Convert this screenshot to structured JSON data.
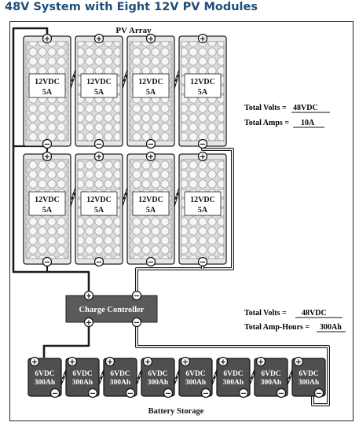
{
  "title": "48V System with Eight 12V PV Modules",
  "pv_array": {
    "label": "PV Array",
    "module_voltage": "12VDC",
    "module_current": "5A",
    "rows": 2,
    "columns": 4
  },
  "pv_totals": {
    "volts_label": "Total Volts =",
    "volts_value": "48VDC",
    "amps_label": "Total Amps =",
    "amps_value": "10A"
  },
  "charge_controller": {
    "label": "Charge Controller"
  },
  "battery_totals": {
    "volts_label": "Total Volts =",
    "volts_value": "48VDC",
    "amp_hours_label": "Total Amp-Hours =",
    "amp_hours_value": "300Ah"
  },
  "battery_storage": {
    "label": "Battery Storage",
    "battery_voltage": "6VDC",
    "battery_capacity": "300Ah",
    "count": 8
  },
  "terminals": {
    "positive": "+",
    "negative": "−"
  },
  "colors": {
    "title": "#1f4e79",
    "panel_fill": "#e6e6e6",
    "cell_fill": "#f4f4f4",
    "controller_fill": "#5a5a5a",
    "battery_fill": "#4f4f4f",
    "wire": "#1a1a1a"
  }
}
